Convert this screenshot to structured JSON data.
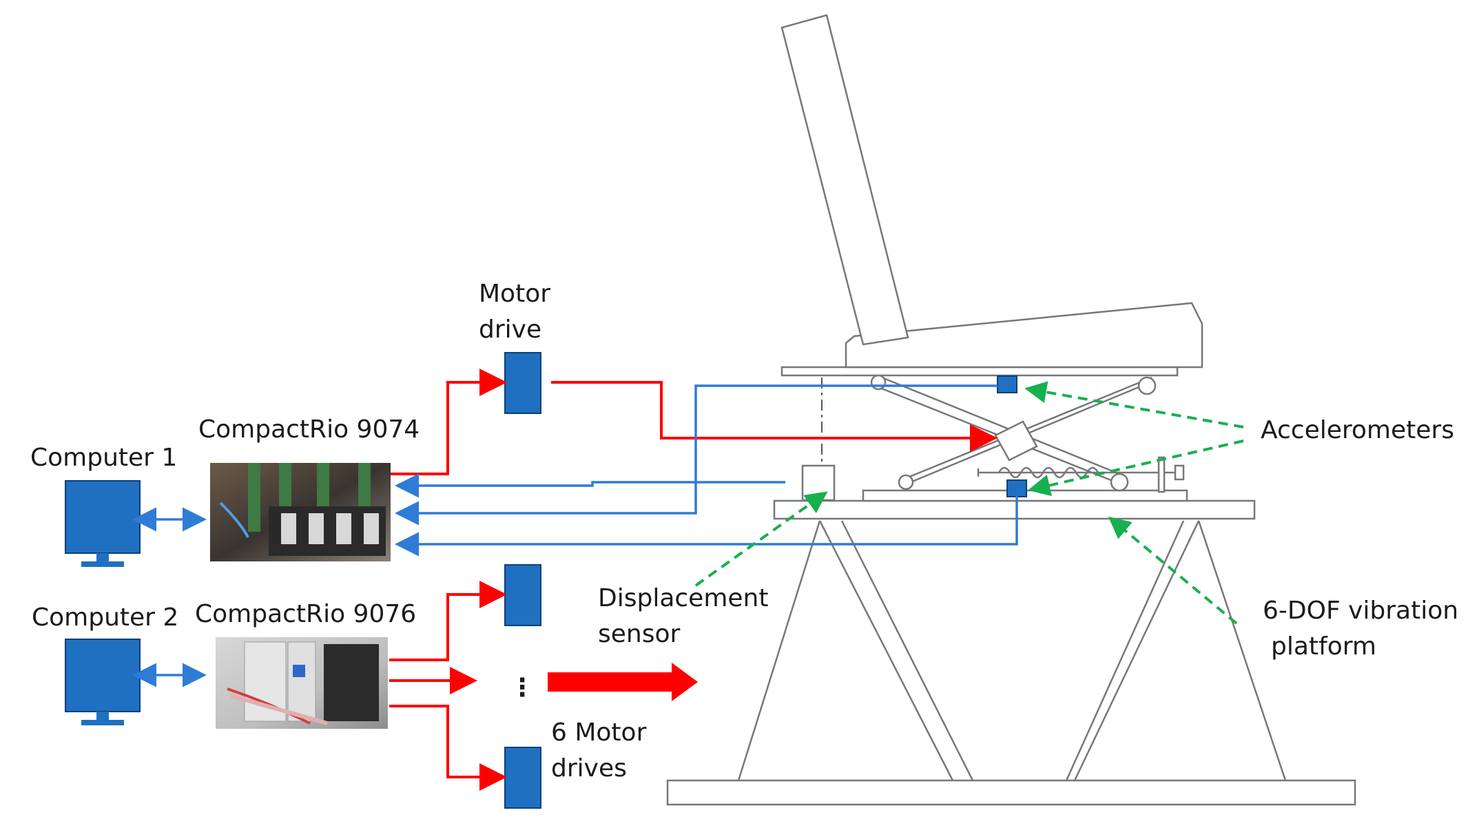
{
  "labels": {
    "computer1": "Computer 1",
    "computer2": "Computer 2",
    "crio9074": "CompactRio 9074",
    "crio9076": "CompactRio 9076",
    "motor_drive_line1": "Motor",
    "motor_drive_line2": "drive",
    "six_drives_line1": "6 Motor",
    "six_drives_line2": "drives",
    "displacement_line1": "Displacement",
    "displacement_line2": "sensor",
    "accelerometers": "Accelerometers",
    "platform_line1": "6-DOF vibration",
    "platform_line2": "platform",
    "ellipsis": "⋮"
  },
  "icons": {
    "monitor": "monitor-icon",
    "controller_photo": "controller-photo"
  },
  "colors": {
    "control_signal": "#ff0000",
    "feedback_signal": "#2f7cd6",
    "pointer": "#17b04f",
    "device": "#1f70c1"
  }
}
